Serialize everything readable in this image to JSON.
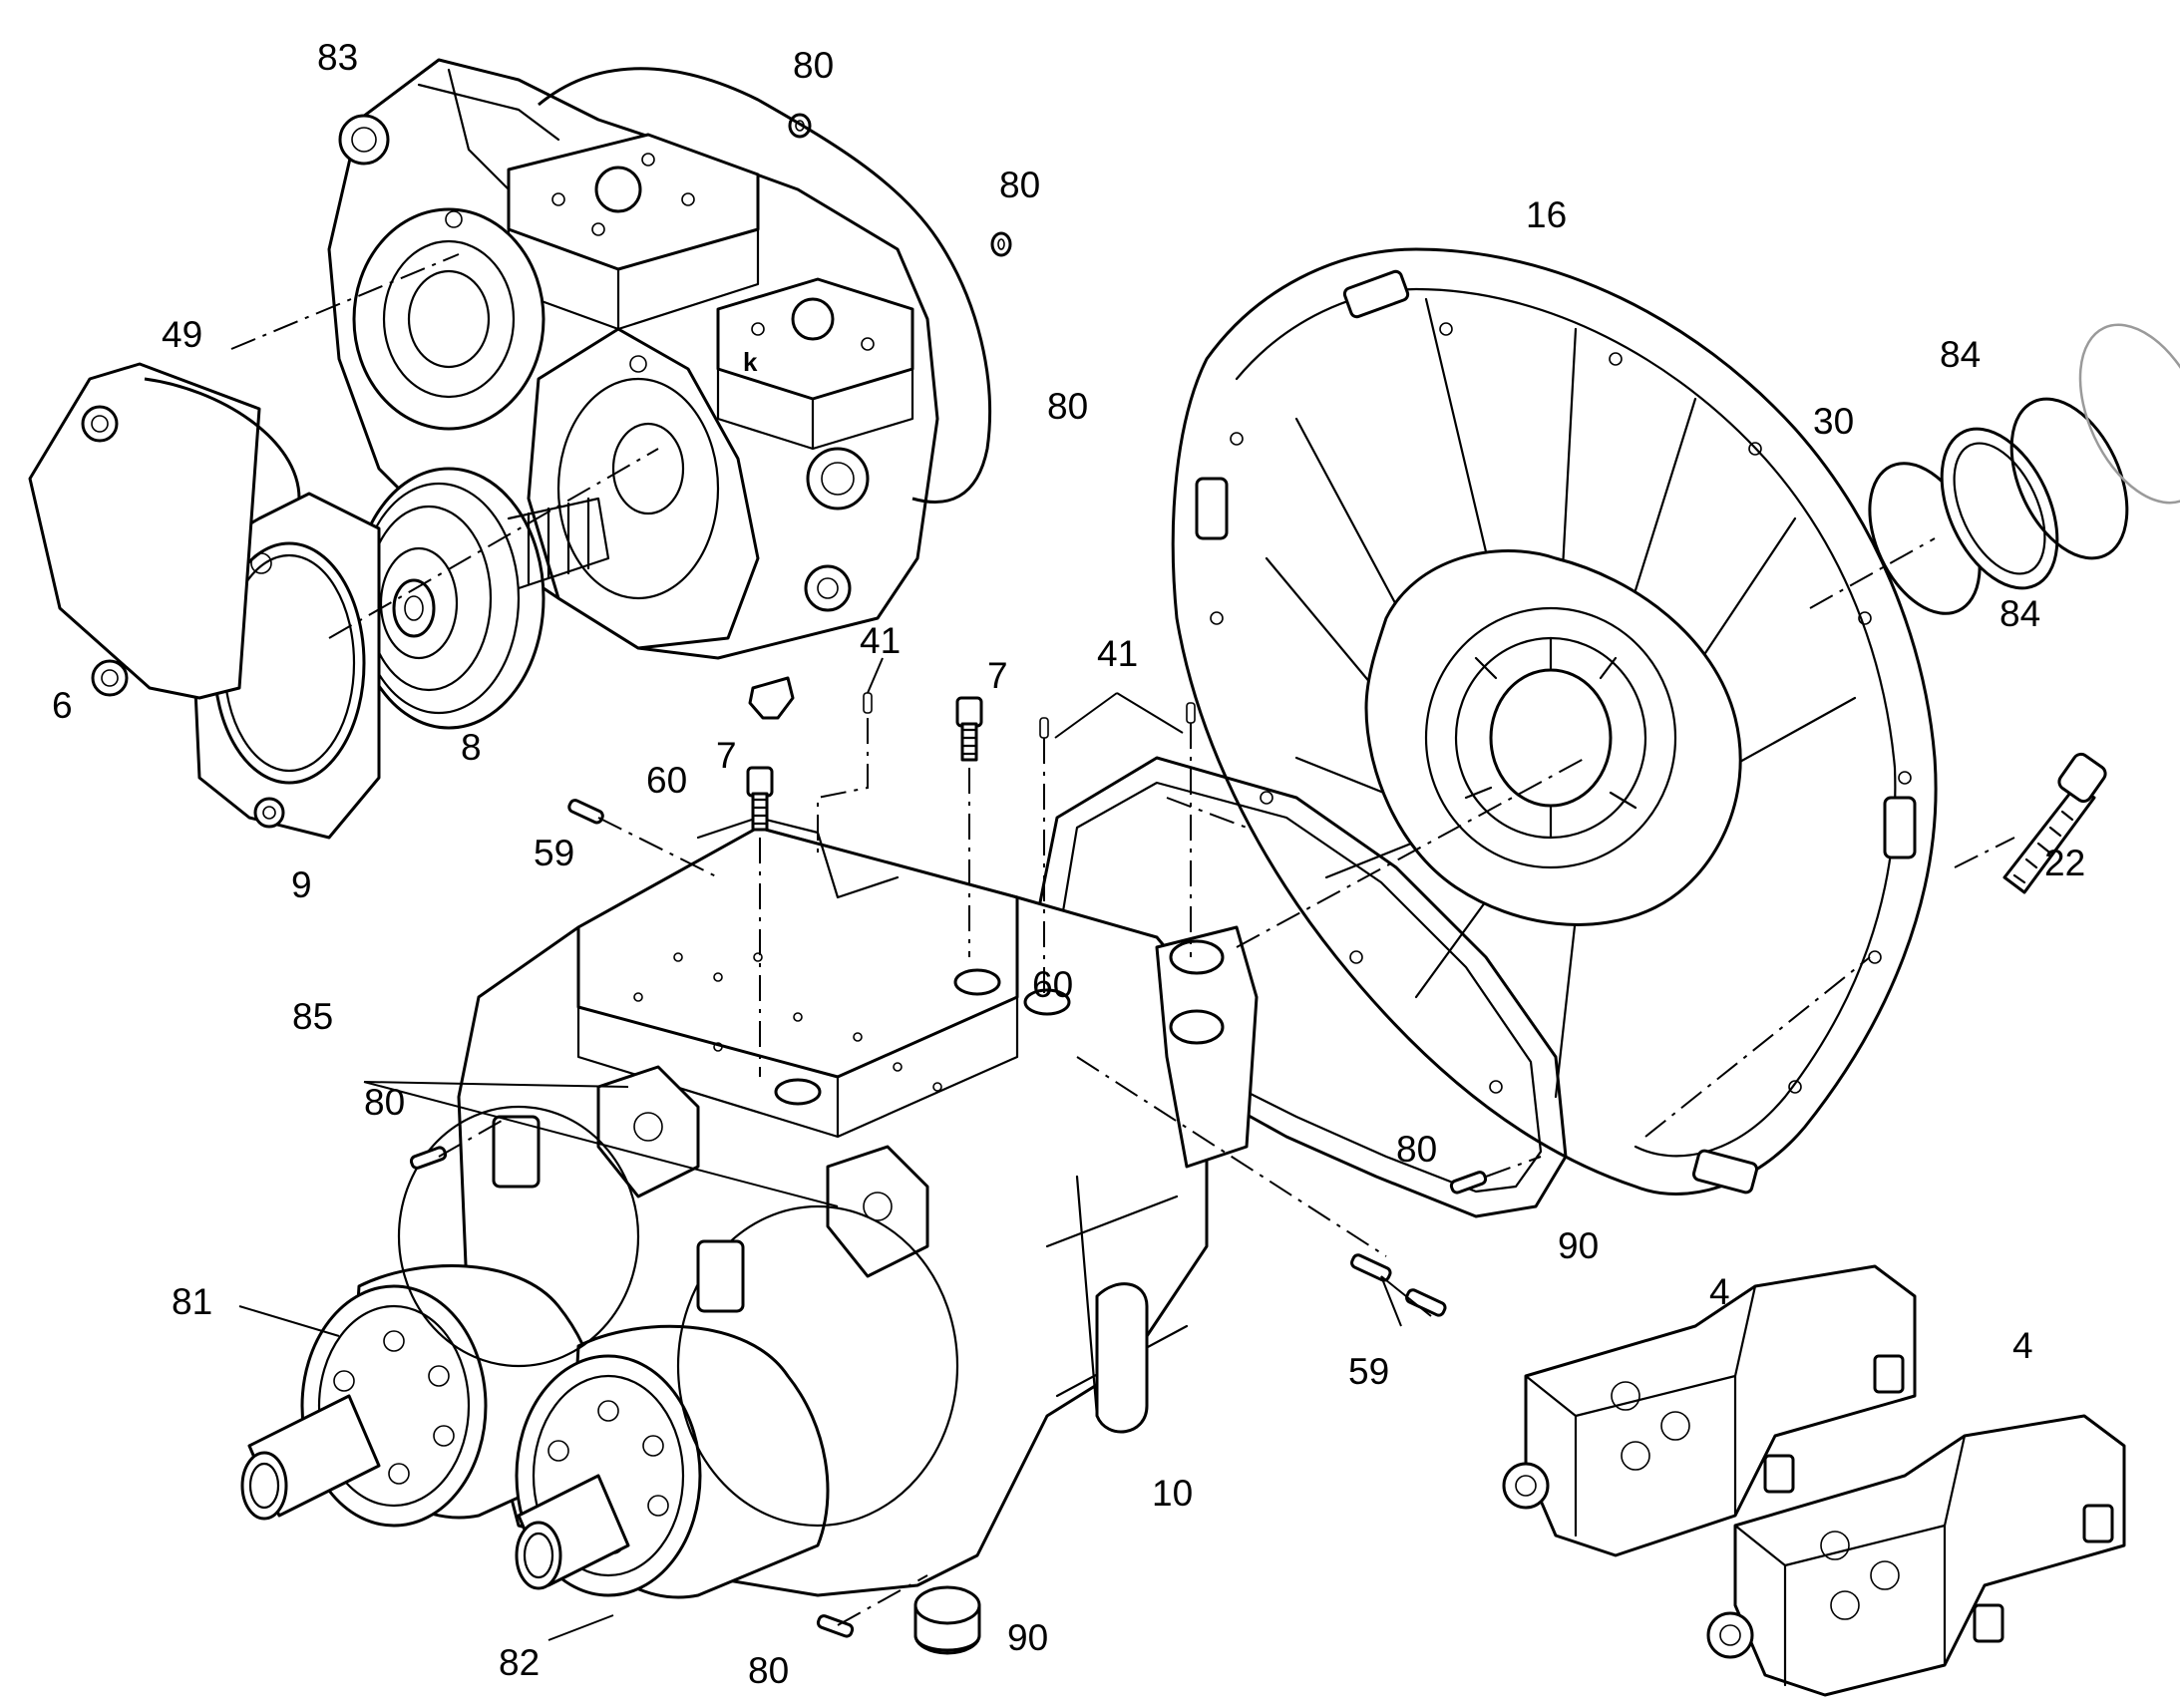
{
  "drawing": {
    "colors": {
      "line": "#000000",
      "background": "#ffffff",
      "light_part": "#9a9a9a"
    },
    "block_mark": "k",
    "callouts": [
      {
        "id": "c83",
        "label": "83"
      },
      {
        "id": "c80a",
        "label": "80"
      },
      {
        "id": "c80b",
        "label": "80"
      },
      {
        "id": "c80c",
        "label": "80"
      },
      {
        "id": "c49",
        "label": "49"
      },
      {
        "id": "c16",
        "label": "16"
      },
      {
        "id": "c84a",
        "label": "84"
      },
      {
        "id": "c30",
        "label": "30"
      },
      {
        "id": "c84b",
        "label": "84"
      },
      {
        "id": "c6",
        "label": "6"
      },
      {
        "id": "c8",
        "label": "8"
      },
      {
        "id": "c9",
        "label": "9"
      },
      {
        "id": "c41a",
        "label": "41"
      },
      {
        "id": "c41b",
        "label": "41"
      },
      {
        "id": "c7a",
        "label": "7"
      },
      {
        "id": "c7b",
        "label": "7"
      },
      {
        "id": "c60a",
        "label": "60"
      },
      {
        "id": "c60b",
        "label": "60"
      },
      {
        "id": "c59a",
        "label": "59"
      },
      {
        "id": "c22",
        "label": "22"
      },
      {
        "id": "c85",
        "label": "85"
      },
      {
        "id": "c80d",
        "label": "80"
      },
      {
        "id": "c80e",
        "label": "80"
      },
      {
        "id": "c90a",
        "label": "90"
      },
      {
        "id": "c4a",
        "label": "4"
      },
      {
        "id": "c4b",
        "label": "4"
      },
      {
        "id": "c81",
        "label": "81"
      },
      {
        "id": "c59b",
        "label": "59"
      },
      {
        "id": "c10",
        "label": "10"
      },
      {
        "id": "c82",
        "label": "82"
      },
      {
        "id": "c80f",
        "label": "80"
      },
      {
        "id": "c90b",
        "label": "90"
      }
    ]
  }
}
